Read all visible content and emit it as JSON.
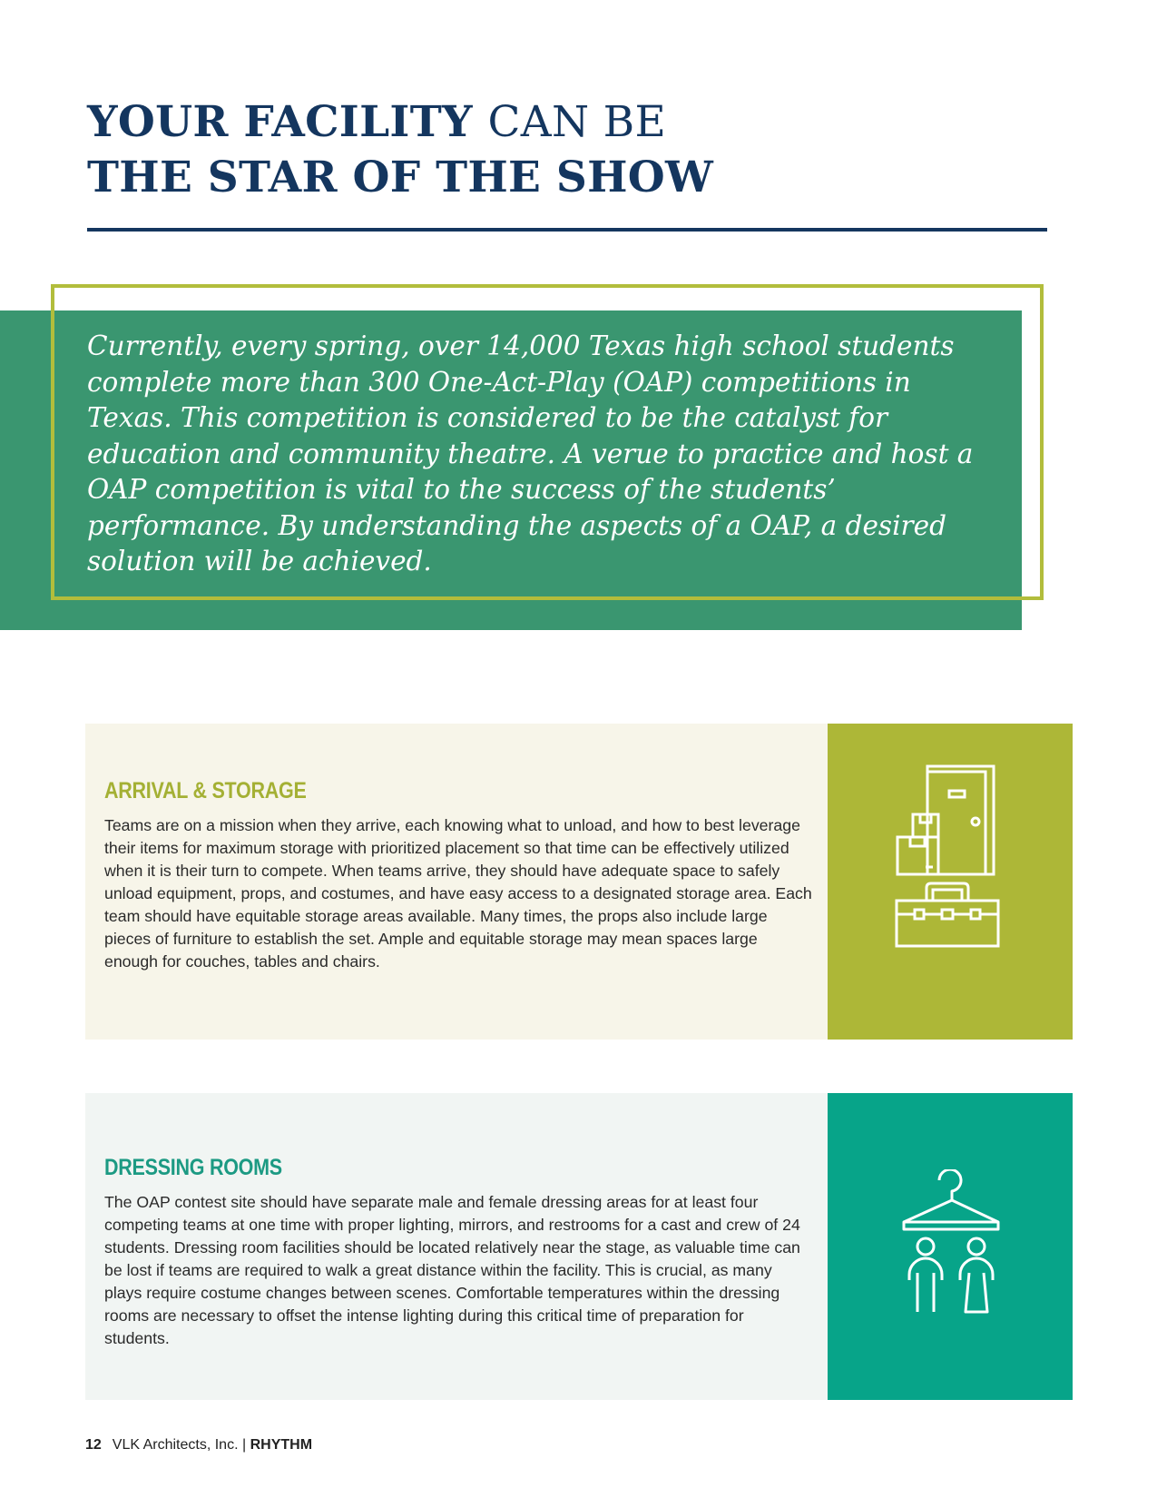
{
  "header": {
    "title_bold_1": "YOUR FACILITY",
    "title_light_1": "CAN BE",
    "title_line_2": "THE STAR OF THE SHOW"
  },
  "quote": {
    "text": "Currently, every spring, over 14,000 Texas high school students complete more than 300 One-Act-Play (OAP) competitions in Texas. This competition is considered to be the catalyst for education and community theatre. A verue to practice and host a OAP competition is vital to the success of the students’ performance. By understanding the aspects of a OAP, a desired solution will be achieved."
  },
  "sections": [
    {
      "heading": "ARRIVAL & STORAGE",
      "body": "Teams are on a mission when they arrive, each knowing what to unload, and how to best leverage their items for maximum storage with prioritized placement so that time can be effectively utilized when it is their turn to compete. When teams arrive, they should have adequate space to safely unload equipment, props, and costumes, and have easy access to a designated storage area. Each team should have equitable storage areas available. Many times, the props also include large pieces of furniture to establish the set. Ample and equitable storage may mean spaces large enough for couches, tables and chairs.",
      "icons": [
        "door-with-boxes-icon",
        "toolbox-icon"
      ]
    },
    {
      "heading": "DRESSING ROOMS",
      "body": "The OAP contest site should have separate male and female dressing areas for at least four competing teams at one time with proper lighting, mirrors, and restrooms for a cast and crew of 24 students. Dressing room facilities should be located relatively near the stage, as valuable time can be lost if teams are required to walk a great distance within the facility. This is crucial, as many plays require costume changes between scenes. Comfortable temperatures within the dressing rooms are necessary to offset the intense lighting during this critical time of preparation for students.",
      "icons": [
        "hanger-with-people-icon"
      ]
    }
  ],
  "footer": {
    "page_number": "12",
    "company": "VLK Architects, Inc. |",
    "publication": "RHYTHM"
  },
  "colors": {
    "navy": "#14365f",
    "quote_green": "#3a9670",
    "frame_lime": "#b2bd3c",
    "olive_panel": "#adb737",
    "teal_panel": "#07a489"
  }
}
